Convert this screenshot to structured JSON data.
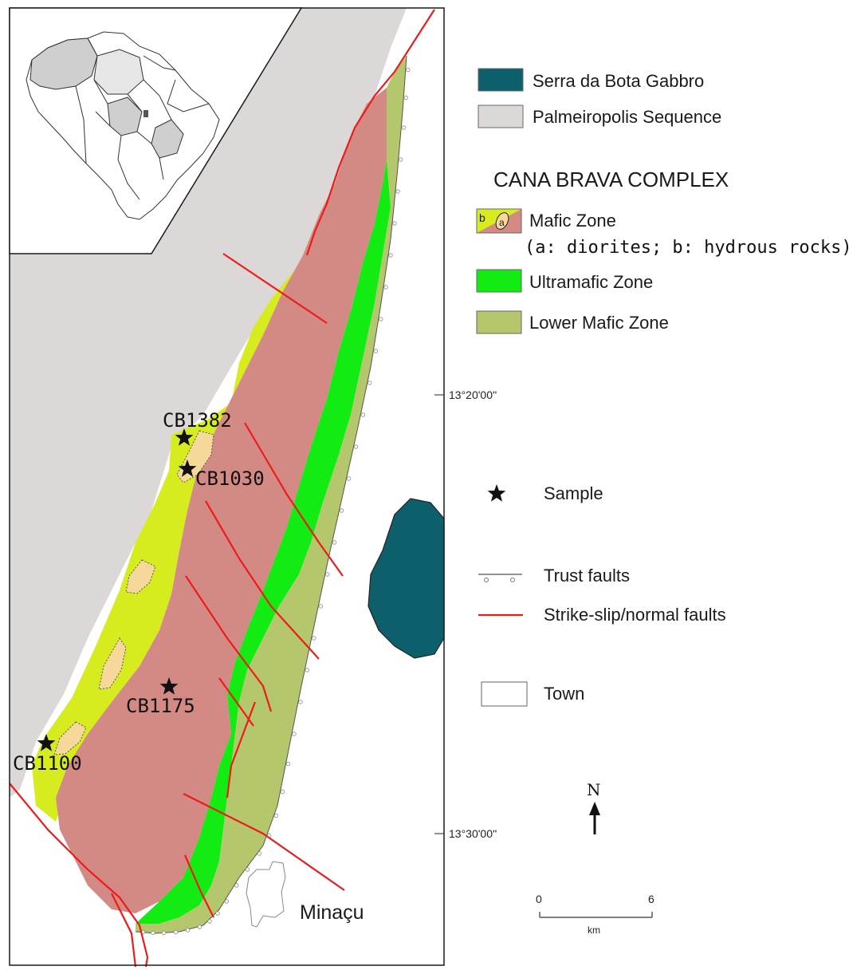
{
  "colors": {
    "gabbro": "#0d5f6b",
    "palmeiropolis": "#dcd8d8",
    "mafic_zone": "#d6ec1f",
    "mafic_core": "#d48a84",
    "ultramafic": "#12ec12",
    "lower_mafic": "#b4c76c",
    "diorite_pod": "#f6d99a",
    "fault_red": "#ee1b1b",
    "town": "#ffffff"
  },
  "legend": {
    "serra": "Serra da Bota Gabbro",
    "palmeiropolis": "Palmeiropolis Sequence",
    "complex_title": "CANA BRAVA COMPLEX",
    "mafic": "Mafic Zone",
    "mafic_note": "(a: diorites; b: hydrous rocks)",
    "mafic_swatch_a": "a",
    "mafic_swatch_b": "b",
    "ultramafic": "Ultramafic Zone",
    "lower_mafic": "Lower Mafic Zone",
    "sample": "Sample",
    "trust_faults": "Trust faults",
    "strike_slip": "Strike-slip/normal faults",
    "town": "Town"
  },
  "samples": {
    "cb1382": "CB1382",
    "cb1030": "CB1030",
    "cb1175": "CB1175",
    "cb1100": "CB1100"
  },
  "town_name": "Minaçu",
  "coords": {
    "lat1": "13°20'00''",
    "lat2": "13°30'00''"
  },
  "north_label": "N",
  "scale": {
    "start": "0",
    "end": "6",
    "unit": "km"
  }
}
